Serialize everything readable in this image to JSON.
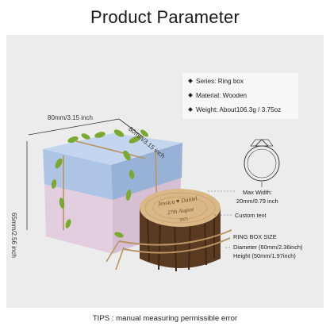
{
  "header": {
    "title": "Product Parameter"
  },
  "specs": [
    {
      "text": "Series: Ring box"
    },
    {
      "text": "Material: Wooden"
    },
    {
      "text": "Weight: About106.3g / 3.75oz"
    }
  ],
  "dimensions": {
    "width": "80mm/3.15 inch",
    "depth": "80mm/3.15 inch",
    "height": "65mm/2.56 inch"
  },
  "ring": {
    "label_title": "Max Width:",
    "label_value": "20mm/0.79 inch"
  },
  "custom": {
    "label": "Custom text"
  },
  "ring_box": {
    "title": "RING BOX SIZE",
    "diameter": "Diameter (60mm/2.36inch)",
    "height": "Height (50mm/1.97inch)"
  },
  "engraving": {
    "names": "Jessica ♥ Daniel",
    "date": "27th August",
    "year": "2021"
  },
  "footer": {
    "tip": "TIPS : manual measuring permissible error"
  },
  "colors": {
    "panel": "#ececec",
    "box_lid": "#a9c0e0",
    "box_base": "#e4cfe0",
    "wood_top": "#d9b787",
    "bark": "#5b3a22",
    "leaf": "#7ba832",
    "twine": "#b99464"
  }
}
